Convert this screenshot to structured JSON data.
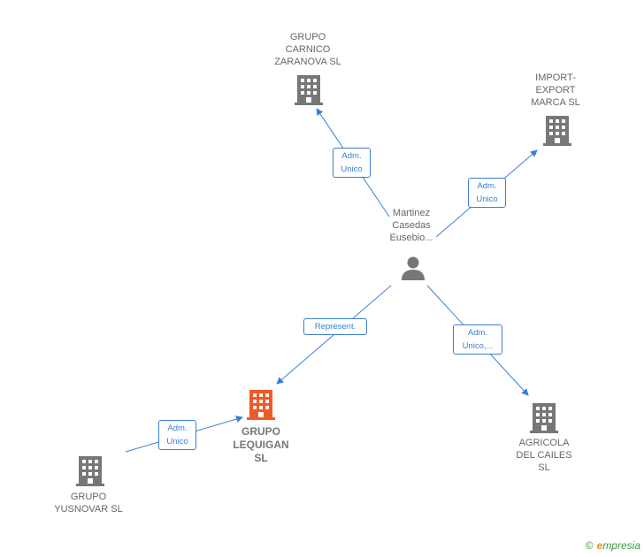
{
  "nodes": {
    "person": {
      "lines": [
        "Martinez",
        "Casedas",
        "Eusebio..."
      ]
    },
    "grupo_carnico": {
      "lines": [
        "GRUPO",
        "CARNICO",
        "ZARANOVA  SL"
      ]
    },
    "import_export": {
      "lines": [
        "IMPORT-",
        "EXPORT",
        "MARCA  SL"
      ]
    },
    "grupo_lequigan": {
      "lines": [
        "GRUPO",
        "LEQUIGAN",
        "SL"
      ]
    },
    "agricola": {
      "lines": [
        "AGRICOLA",
        "DEL CAILES",
        "SL"
      ]
    },
    "grupo_yusnovar": {
      "lines": [
        "GRUPO",
        "YUSNOVAR  SL"
      ]
    }
  },
  "relations": {
    "to_carnico": [
      "Adm.",
      "Unico"
    ],
    "to_import": [
      "Adm.",
      "Unico"
    ],
    "to_lequigan": [
      "Represent."
    ],
    "to_agricola": [
      "Adm.",
      "Unico,..."
    ],
    "yusnovar_to_lequigan": [
      "Adm.",
      "Unico"
    ]
  },
  "colors": {
    "edge": "#3a7fd5",
    "building": "#777777",
    "building_main": "#f05a28",
    "person": "#777777"
  },
  "brand": {
    "copyright": "©",
    "initial": "e",
    "rest": "mpresia"
  }
}
